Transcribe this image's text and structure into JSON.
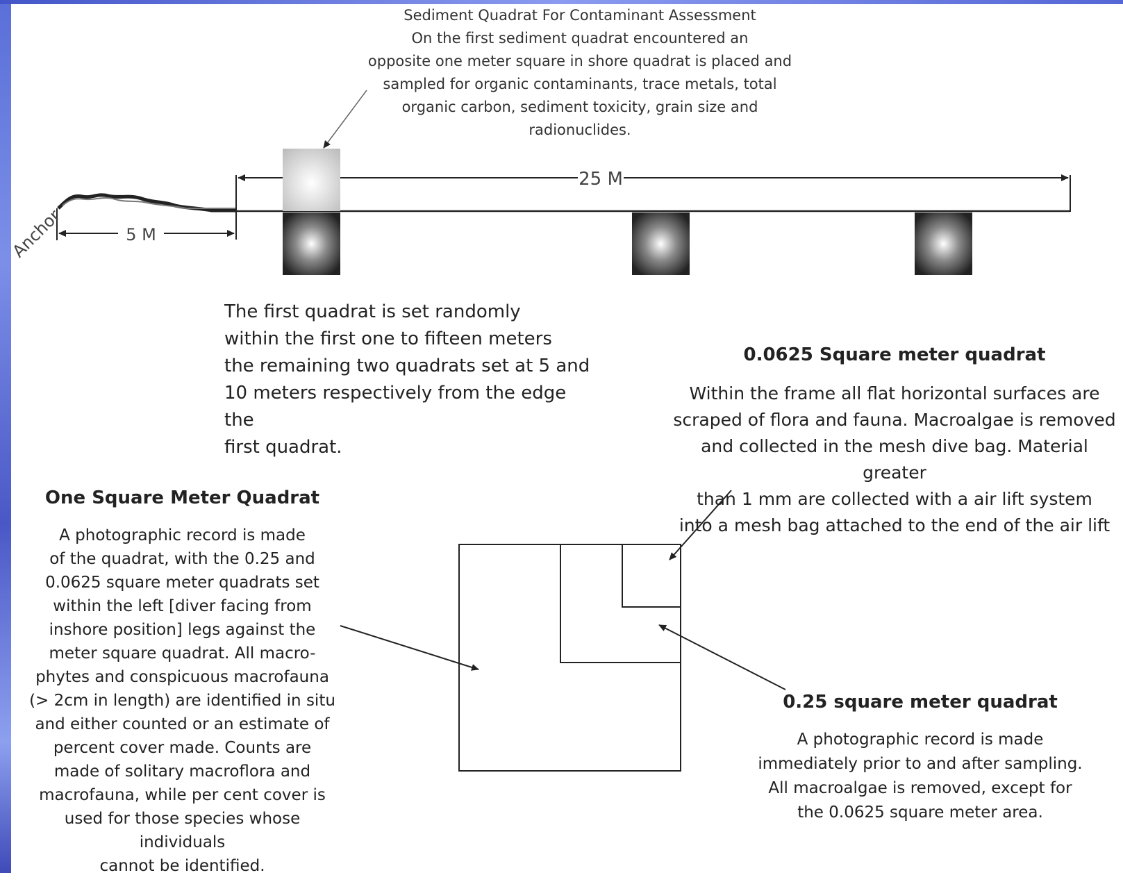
{
  "sediment": {
    "text": "Sediment Quadrat For Contaminant Assessment\nOn the first sediment quadrat encountered  an\nopposite one meter square in shore quadrat is placed and\nsampled for organic contaminants,  trace metals, total\norganic carbon, sediment toxicity, grain size and\nradionuclides."
  },
  "transect": {
    "anchor_label": "Anchor",
    "distance_5m": "5 M",
    "distance_25m": "25 M"
  },
  "first_quadrat": {
    "text": "The first quadrat is set randomly\nwithin the first one to fifteen meters\nthe remaining two quadrats set at 5 and\n10 meters respectively from the edge the\nfirst quadrat."
  },
  "small_quadrat": {
    "heading": "0.0625 Square meter quadrat",
    "body": "Within the frame all flat horizontal surfaces are\nscraped of flora and fauna. Macroalgae is removed\nand collected in the mesh dive bag.   Material greater\nthan 1 mm are collected with a air lift system\ninto a mesh bag attached to the end of the air lift"
  },
  "one_meter": {
    "heading": "One Square Meter Quadrat",
    "body": "A photographic record is  made\nof the quadrat, with the 0.25 and\n0.0625 square meter quadrats set\nwithin the left [diver facing from\ninshore position] legs against the\nmeter square quadrat.  All macro-\nphytes and conspicuous macrofauna\n(> 2cm in length) are identified in situ\nand either counted or an estimate of\npercent cover made.  Counts are\nmade of solitary macroflora and\nmacrofauna, while per cent cover is\nused for those species whose individuals\ncannot be identified."
  },
  "quarter_quadrat": {
    "heading": "0.25 square meter quadrat",
    "body": "A photographic record is made\nimmediately prior to and after sampling.\nAll macroalgae is removed, except for\nthe 0.0625 square meter area."
  },
  "colors": {
    "accent_strip": "#5a6fd8",
    "title_yellow": "#f2e600",
    "quadrat_dark": "#2b2b2b",
    "sediment_light": "#c9c9c9"
  }
}
